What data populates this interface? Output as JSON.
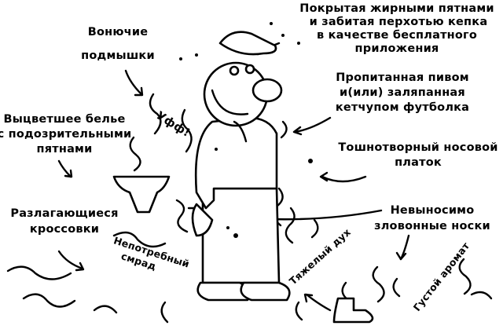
{
  "labels": {
    "cap": [
      "Покрытая жирными пятнами",
      "и забитая перхотью кепка",
      "в качестве бесплатного",
      "приложения"
    ],
    "armpits": [
      "Вонючие",
      "подмышки"
    ],
    "tshirt": [
      "Пропитанная пивом",
      "и(или) заляпанная",
      "кетчупом футболка"
    ],
    "underwear": [
      "Выцветшее белье",
      "с подозрительными",
      "пятнами"
    ],
    "handkerchief": [
      "Тошнотворный носовой",
      "платок"
    ],
    "sneakers": [
      "Разлагающиеся",
      "кроссовки"
    ],
    "socks": [
      "Невыносимо",
      "зловонные носки"
    ],
    "smell_1": [
      "Непотребный",
      "смрад"
    ],
    "smell_2": "Тяжелый дух",
    "smell_3": "Густой аромат",
    "exclamation": "Уфф!"
  },
  "colors": {
    "ink": "#000000",
    "paper": "#ffffff"
  }
}
